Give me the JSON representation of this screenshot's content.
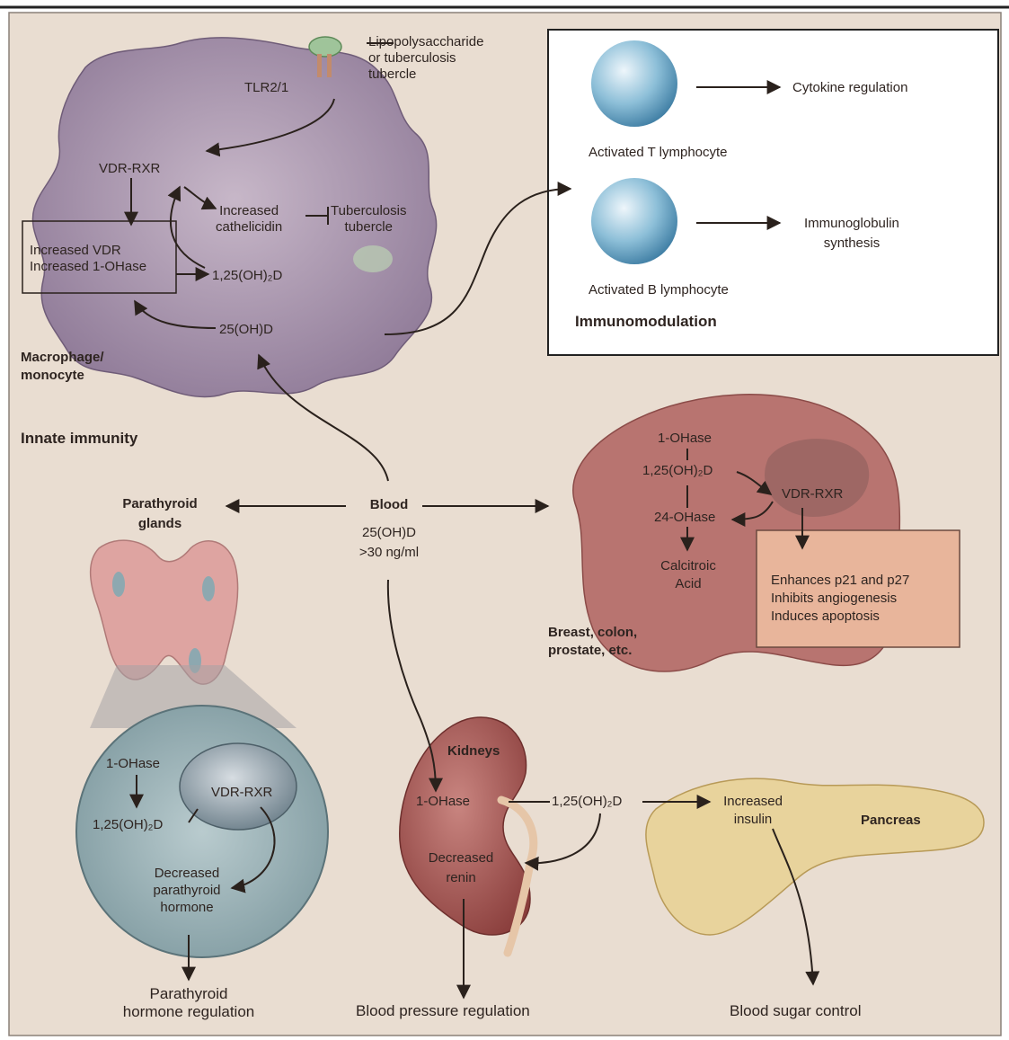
{
  "colors": {
    "background": "#e9ddd1",
    "macrophage": "#a796ae",
    "organ_red": "#a85a55",
    "parathyroid_pink": "#dfa3a0",
    "parathyroid_cell": "#9fb3b6",
    "pancreas": "#e7d29a",
    "lymphocyte_blue": "#6aa8c8"
  },
  "macrophage": {
    "lps_label": "Lipopolysaccharide\nor tuberculosis\ntubercle",
    "tlr_label": "TLR2/1",
    "vdr_rxr": "VDR-RXR",
    "increased_cathelicidin": "Increased\ncathelicidin",
    "tuberculosis_tubercle": "Tuberculosis\ntubercle",
    "box_text": "Increased VDR\nIncreased 1-OHase",
    "calcitriol": "1,25(OH)₂D",
    "calcidiol": "25(OH)D",
    "cell_label": "Macrophage/\nmonocyte",
    "section_label": "Innate immunity"
  },
  "immunomodulation": {
    "t_cell_label": "Activated T lymphocyte",
    "t_cell_effect": "Cytokine regulation",
    "b_cell_label": "Activated B lymphocyte",
    "b_cell_effect": "Immunoglobulin\nsynthesis",
    "title": "Immunomodulation"
  },
  "blood": {
    "title": "Blood",
    "level": "25(OH)D\n>30 ng/ml"
  },
  "parathyroid": {
    "title": "Parathyroid\nglands",
    "one_ohase": "1-OHase",
    "calcitriol": "1,25(OH)₂D",
    "vdr_rxr": "VDR-RXR",
    "decreased_pth": "Decreased\nparathyroid\nhormone",
    "outcome": "Parathyroid\nhormone regulation"
  },
  "breast": {
    "one_ohase": "1-OHase",
    "calcitriol": "1,25(OH)₂D",
    "twentyfour_ohase": "24-OHase",
    "calcitroic_acid": "Calcitroic\nAcid",
    "vdr_rxr": "VDR-RXR",
    "effects": "Enhances p21 and p27\nInhibits angiogenesis\nInduces apoptosis",
    "tissue_label": "Breast, colon,\nprostate, etc."
  },
  "kidney": {
    "title": "Kidneys",
    "one_ohase": "1-OHase",
    "decreased_renin": "Decreased\nrenin",
    "outcome": "Blood pressure regulation"
  },
  "pancreas": {
    "calcitriol": "1,25(OH)₂D",
    "increased_insulin": "Increased\ninsulin",
    "title": "Pancreas",
    "outcome": "Blood sugar control"
  }
}
